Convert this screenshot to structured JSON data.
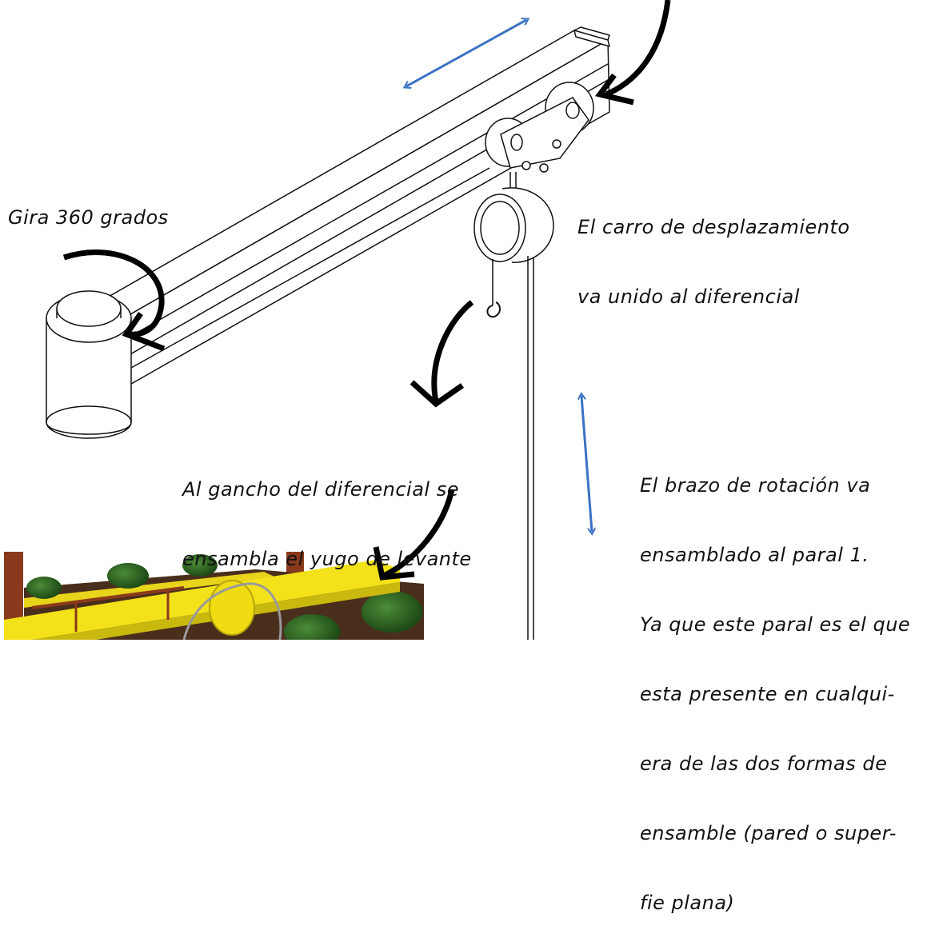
{
  "labels": {
    "rotate": "Gira 360 grados",
    "carriage": [
      "El carro de desplazamiento",
      "va unido al diferencial"
    ],
    "hook": [
      "Al gancho del diferencial se",
      "ensambla el yugo de levante"
    ],
    "arm": [
      "El brazo de rotación va",
      "ensamblado al paral 1.",
      "Ya que este paral es el que",
      "esta presente en cualqui-",
      "era de las dos formas de",
      "ensamble (pared o super-",
      "fie plana)"
    ]
  },
  "colors": {
    "line": "#111111",
    "arrow_black": "#000000",
    "arrow_blue": "#3b72c4",
    "beam": "#ffffff",
    "rail_yellow": "#f3e21a",
    "rail_shadow": "#c9b80e",
    "wood": "#8a3a1c",
    "shrub": "#2e6a22",
    "soil": "#4a2e1c"
  }
}
